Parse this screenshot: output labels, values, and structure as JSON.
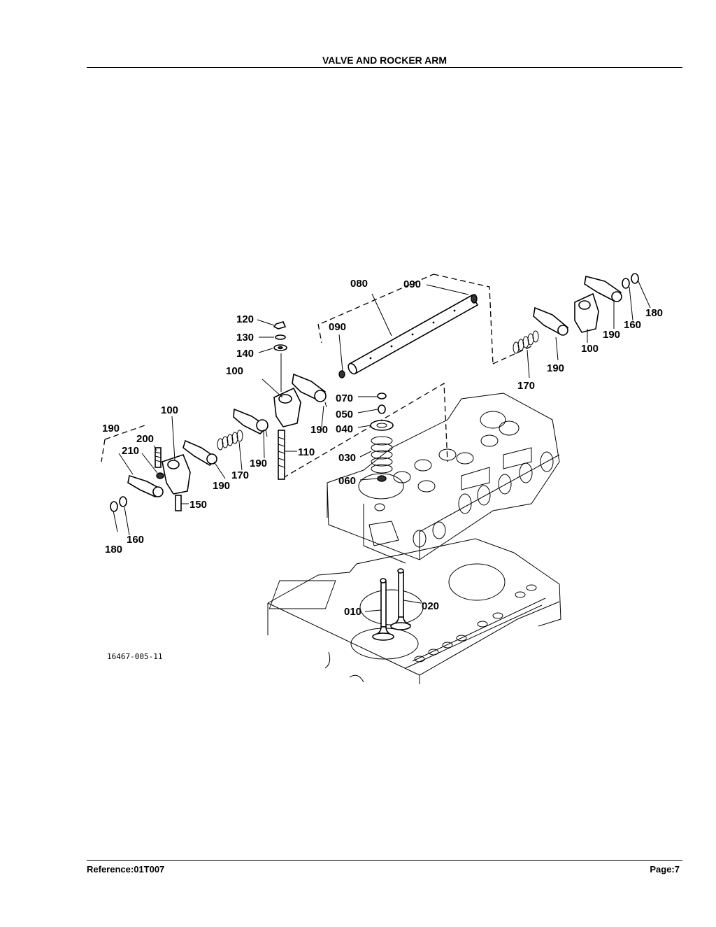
{
  "header": {
    "title": "VALVE AND ROCKER ARM"
  },
  "diagram": {
    "drawing_code": "16467-005-11",
    "callouts": {
      "c080": "080",
      "c090_top": "090",
      "c090_mid": "090",
      "c120": "120",
      "c130": "130",
      "c140": "140",
      "c100_center": "100",
      "c100_left": "100",
      "c100_right": "100",
      "c190_center": "190",
      "c190_mid": "190",
      "c190_lower": "190",
      "c190_left": "190",
      "c190_right_a": "190",
      "c190_right_b": "190",
      "c200": "200",
      "c210": "210",
      "c150": "150",
      "c110": "110",
      "c170_left": "170",
      "c170_right": "170",
      "c160_left": "160",
      "c160_right": "160",
      "c180_left": "180",
      "c180_right": "180",
      "c070": "070",
      "c050": "050",
      "c040": "040",
      "c030": "030",
      "c060": "060",
      "c010": "010",
      "c020": "020"
    }
  },
  "footer": {
    "reference": "Reference:01T007",
    "page": "Page:7"
  }
}
